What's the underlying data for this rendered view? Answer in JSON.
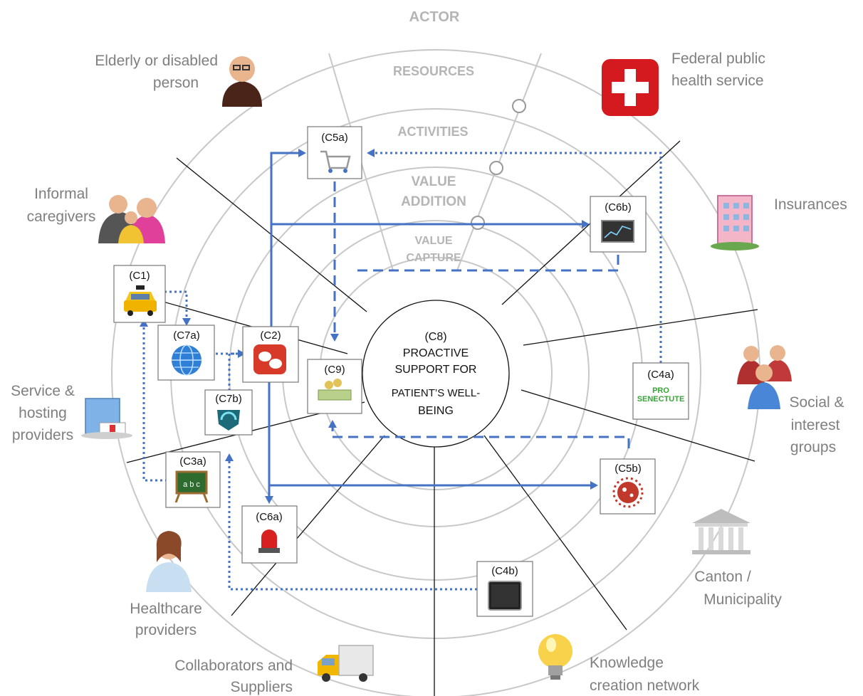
{
  "rings": {
    "actor": "ACTOR",
    "resources": "RESOURCES",
    "activities": "ACTIVITIES",
    "value_addition": [
      "VALUE",
      "ADDITION"
    ],
    "value_capture": [
      "VALUE",
      "CAPTURE"
    ]
  },
  "center": {
    "lines": [
      "(C8)",
      "PROACTIVE",
      "SUPPORT FOR",
      "PATIENT’S WELL-",
      "BEING"
    ]
  },
  "actors": {
    "elderly": [
      "Elderly or disabled",
      "person"
    ],
    "federal": [
      "Federal public",
      "health service"
    ],
    "informal": [
      "Informal",
      "caregivers"
    ],
    "insurances": [
      "Insurances"
    ],
    "service": [
      "Service &",
      "hosting",
      "providers"
    ],
    "social": [
      "Social &",
      "interest",
      "groups"
    ],
    "healthcare": [
      "Healthcare",
      "providers"
    ],
    "canton": [
      "Canton /",
      "Municipality"
    ],
    "collaborators": [
      "Collaborators and",
      "Suppliers"
    ],
    "knowledge": [
      "Knowledge",
      "creation network"
    ]
  },
  "nodes": {
    "c1": "(C1)",
    "c2": "(C2)",
    "c3a": "(C3a)",
    "c4a": "(C4a)",
    "c4b": "(C4b)",
    "c5a": "(C5a)",
    "c5b": "(C5b)",
    "c6a": "(C6a)",
    "c6b": "(C6b)",
    "c7a": "(C7a)",
    "c7b": "(C7b)",
    "c9": "(C9)"
  },
  "logo": [
    "PRO",
    "SENECTUTE"
  ],
  "icons": {
    "c1": "taxi-icon",
    "c2": "chat-bubbles-icon",
    "c3a": "chalkboard-icon",
    "c4a": "pro-senectute-logo",
    "c4b": "tablet-screen-icon",
    "c5a": "shopping-cart-icon",
    "c5b": "virus-icon",
    "c6a": "alarm-siren-icon",
    "c6b": "chart-monitor-icon",
    "c7a": "globe-icon",
    "c7b": "headset-icon",
    "c9": "money-icon"
  },
  "colors": {
    "connector": "#4472c4",
    "ring": "#c8c8c8",
    "actor_text": "#7f7f7f",
    "ring_text": "#b5b5b5"
  }
}
